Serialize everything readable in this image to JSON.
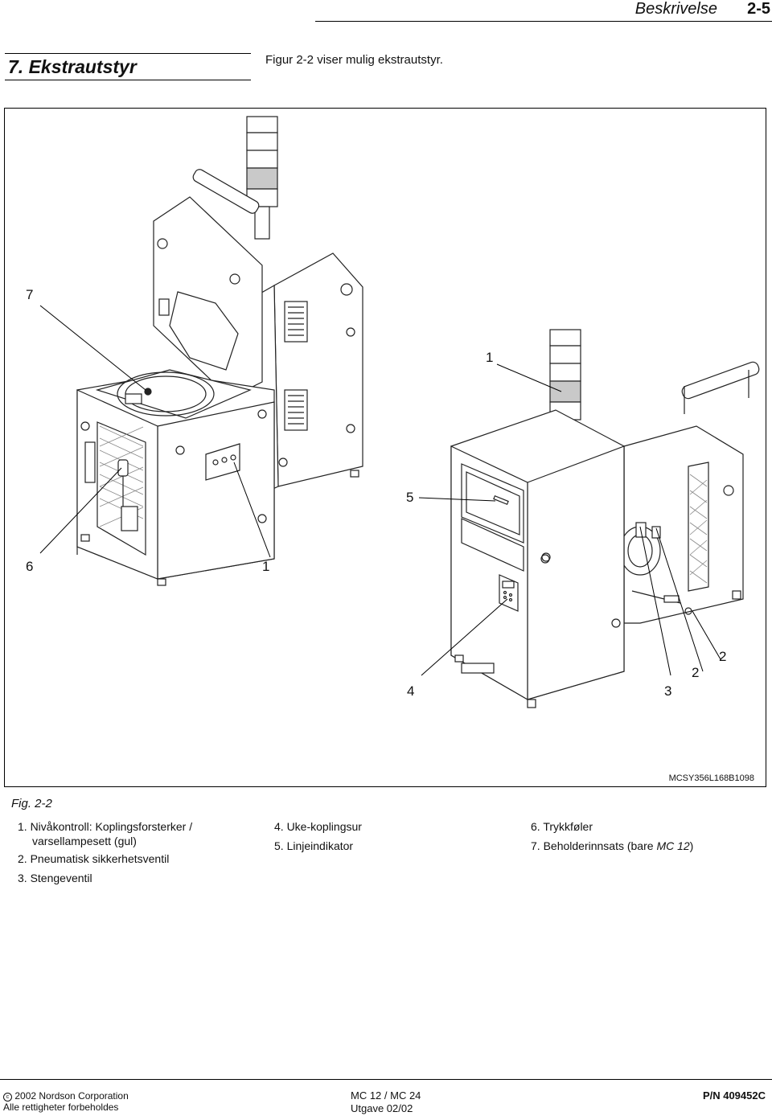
{
  "header": {
    "section": "Beskrivelse",
    "page": "2-5"
  },
  "section": {
    "title": "7.  Ekstrautstyr",
    "intro": "Figur 2-2 viser mulig ekstrautstyr."
  },
  "figure": {
    "code": "MCSY356L168B1098",
    "caption": "Fig.  2-2",
    "callouts": [
      "7",
      "1",
      "5",
      "6",
      "1",
      "4",
      "3",
      "2",
      "2"
    ]
  },
  "legend": {
    "col1": [
      "1.  Nivåkontroll: Koplingsforsterker  /",
      "varsellampesett (gul)",
      "2.  Pneumatisk sikkerhetsventil",
      "3.  Stengeventil"
    ],
    "col2": [
      "4.  Uke-koplingsur",
      "5.  Linjeindikator"
    ],
    "col3": [
      "6.  Trykkføler",
      "7.  Beholderinnsats (bare ",
      "MC 12",
      ")"
    ]
  },
  "footer": {
    "copyright": "2002 Nordson Corporation",
    "rights": "Alle rettigheter forbeholdes",
    "model": "MC 12 / MC 24",
    "edition": "Utgave 02/02",
    "pn": "P/N 409452C"
  }
}
